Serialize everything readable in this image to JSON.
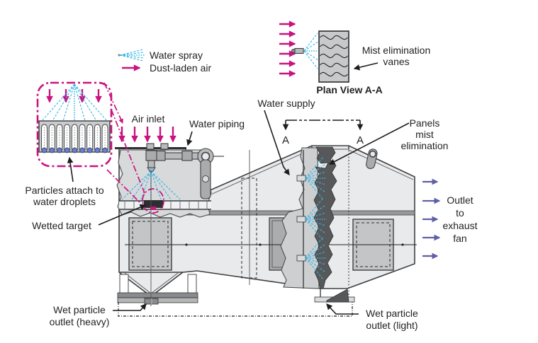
{
  "colors": {
    "magenta": "#c9137f",
    "cyan": "#35b5e5",
    "outlet_arrow": "#5f5fa8",
    "text": "#231f20",
    "dark_panel": "#57585a",
    "droplet": "#6b7fc9",
    "body_gray": "#e9eaeb",
    "mid_gray": "#c9cbcd"
  },
  "legend": {
    "water_spray": "Water spray",
    "dust_laden_air": "Dust-laden air"
  },
  "plan_view": {
    "title": "Plan View A-A",
    "vanes_label_line1": "Mist elimination",
    "vanes_label_line2": "vanes",
    "section_marker_left": "A",
    "section_marker_right": "A"
  },
  "inset": {
    "caption_line1": "Particles attach to",
    "caption_line2": "water droplets"
  },
  "machine": {
    "air_inlet": "Air inlet",
    "water_piping": "Water piping",
    "water_supply": "Water supply",
    "wetted_target": "Wetted target",
    "panels_label_line1": "Panels",
    "panels_label_line2": "mist",
    "panels_label_line3": "elimination",
    "outlet_label_line1": "Outlet",
    "outlet_label_line2": "to",
    "outlet_label_line3": "exhaust",
    "outlet_label_line4": "fan",
    "wet_heavy_line1": "Wet particle",
    "wet_heavy_line2": "outlet (heavy)",
    "wet_light_line1": "Wet particle",
    "wet_light_line2": "outlet (light)"
  }
}
